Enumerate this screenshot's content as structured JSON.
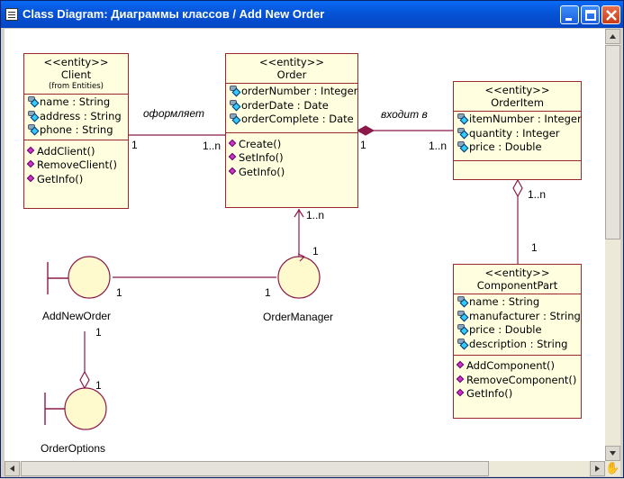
{
  "window": {
    "title": "Class Diagram: Диаграммы классов / Add New Order"
  },
  "classes": {
    "client": {
      "stereotype": "<<entity>>",
      "name": "Client",
      "package": "(from Entities)",
      "attributes": [
        "name : String",
        "address : String",
        "phone : String"
      ],
      "operations": [
        "AddClient()",
        "RemoveClient()",
        "GetInfo()"
      ]
    },
    "order": {
      "stereotype": "<<entity>>",
      "name": "Order",
      "attributes": [
        "orderNumber : Integer",
        "orderDate : Date",
        "orderComplete : Date"
      ],
      "operations": [
        "Create()",
        "SetInfo()",
        "GetInfo()"
      ]
    },
    "orderitem": {
      "stereotype": "<<entity>>",
      "name": "OrderItem",
      "attributes": [
        "itemNumber : Integer",
        "quantity : Integer",
        "price : Double"
      ],
      "operations": []
    },
    "componentpart": {
      "stereotype": "<<entity>>",
      "name": "ComponentPart",
      "attributes": [
        "name : String",
        "manufacturer : String",
        "price : Double",
        "description : String"
      ],
      "operations": [
        "AddComponent()",
        "RemoveComponent()",
        "GetInfo()"
      ]
    }
  },
  "objects": {
    "addneworder": "AddNewOrder",
    "ordermanager": "OrderManager",
    "orderoptions": "OrderOptions"
  },
  "associations": {
    "client_order": {
      "name": "оформляет",
      "client_end": "1",
      "order_end": "1..n"
    },
    "order_orderitem": {
      "name": "входит в",
      "order_end": "1",
      "orderitem_end": "1..n"
    },
    "orderitem_componentpart": {
      "orderitem_end": "1..n",
      "componentpart_end": "1"
    },
    "addneworder_ordermanager": {
      "addneworder_end": "1",
      "ordermanager_end": "1"
    },
    "ordermanager_order": {
      "order_end": "1..n",
      "ordermanager_end": "1"
    },
    "addneworder_orderoptions": {
      "addneworder_end": "1",
      "orderoptions_end": "1"
    }
  },
  "colors": {
    "class_fill": "#ffffe0",
    "class_border": "#9a2a2a",
    "line": "#8b1a4a",
    "object_fill": "#fffacd",
    "title_bar": "#0553d6"
  }
}
